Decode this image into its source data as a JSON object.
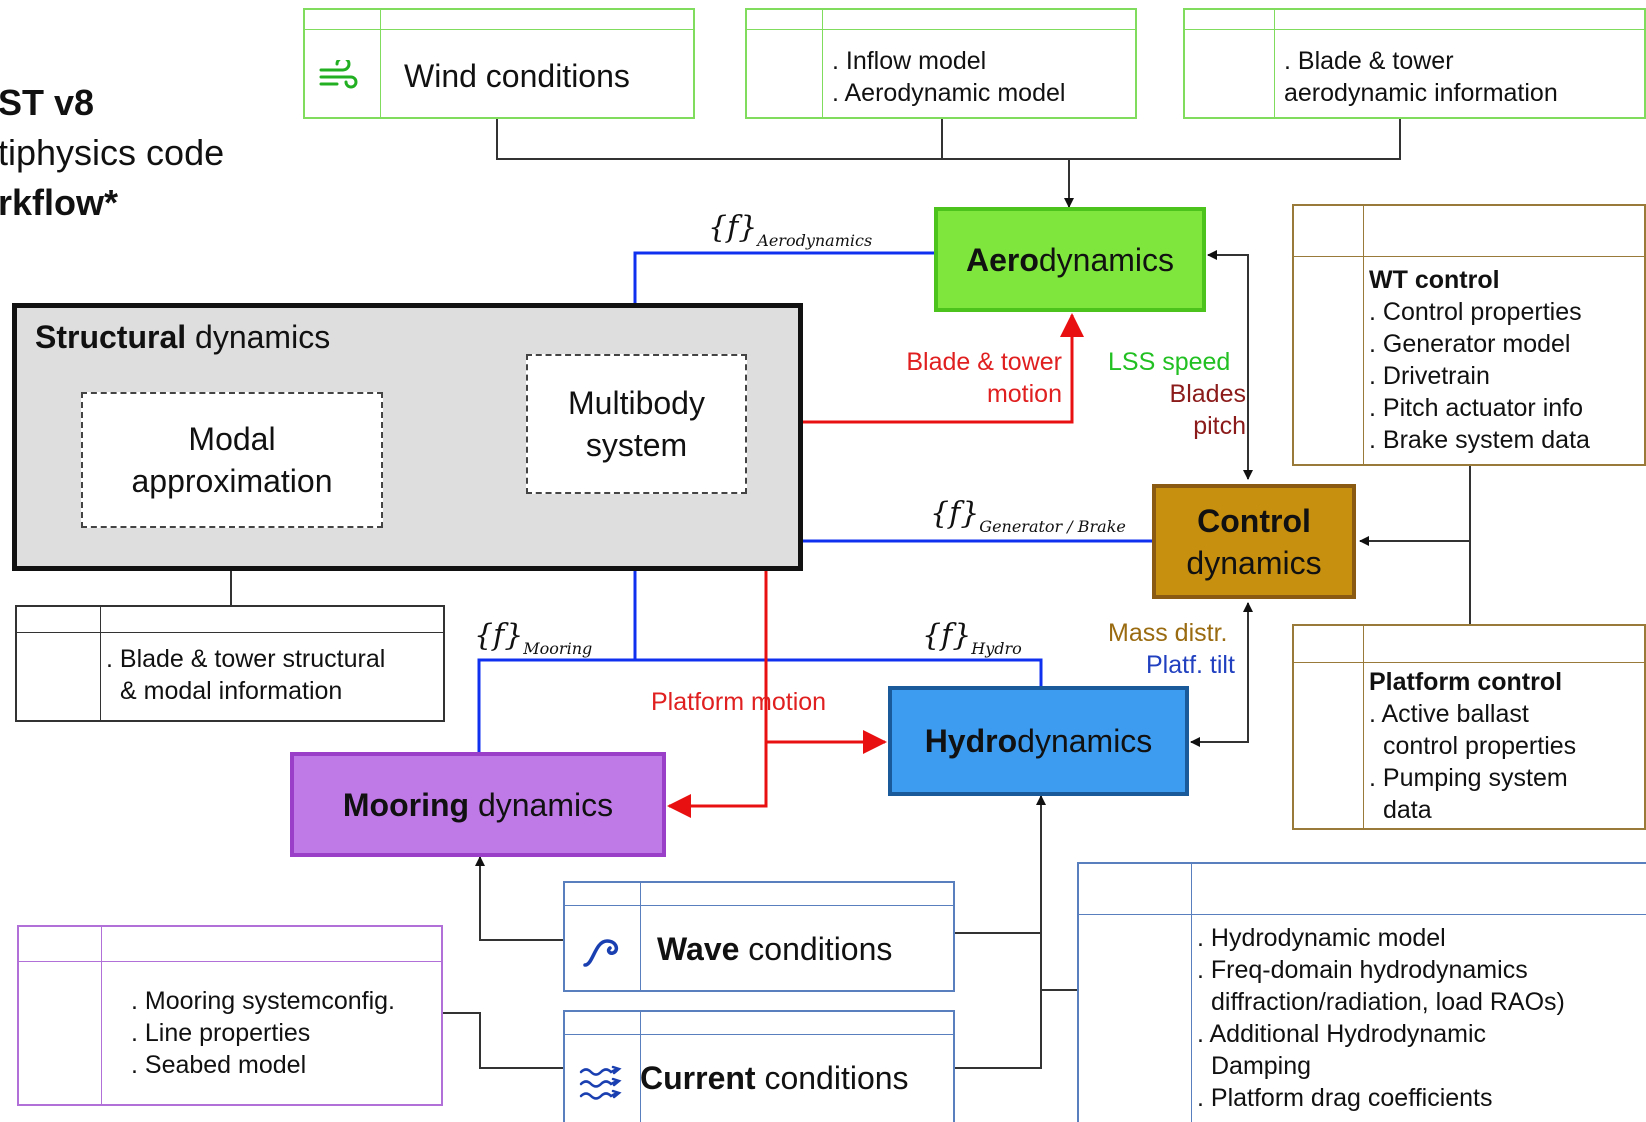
{
  "title": {
    "line1": "ST v8",
    "line2": "tiphysics code",
    "line3": "rkflow*"
  },
  "inputs": {
    "wind": {
      "label": "Wind conditions",
      "icon": "wind-icon"
    },
    "aero_models": {
      "lines": [
        ". Inflow model",
        ". Aerodynamic model"
      ]
    },
    "blade_aero": {
      "lines": [
        ". Blade & tower",
        "aerodynamic information"
      ]
    },
    "wt_control": {
      "heading": "WT control",
      "lines": [
        ". Control properties",
        ". Generator model",
        ". Drivetrain",
        ". Pitch actuator info",
        ". Brake system data"
      ]
    },
    "platform_control": {
      "heading": "Platform control",
      "lines": [
        ". Active ballast",
        "control properties",
        ". Pumping system",
        "data"
      ]
    },
    "blade_struct": {
      "lines": [
        ". Blade & tower structural",
        "& modal information"
      ]
    },
    "mooring_cfg": {
      "lines": [
        ". Mooring systemconfig.",
        ". Line properties",
        ". Seabed model"
      ]
    },
    "wave": {
      "bold": "Wave",
      "rest": " conditions",
      "icon": "wave-icon"
    },
    "current": {
      "bold": "Current",
      "rest": " conditions",
      "icon": "current-icon"
    },
    "hydro_models": {
      "lines": [
        ". Hydrodynamic model",
        ". Freq-domain hydrodynamics",
        "diffraction/radiation, load RAOs)",
        ". Additional Hydrodynamic",
        "Damping",
        ". Platform drag coefficients"
      ]
    }
  },
  "modules": {
    "aerodynamics": {
      "bold": "Aero",
      "rest": "dynamics",
      "color": "#7fe63d"
    },
    "structural": {
      "bold": "Structural",
      "rest": " dynamics",
      "color": "#dedede"
    },
    "multibody": {
      "line1": "Multibody",
      "line2": "system"
    },
    "modal": {
      "line1": "Modal",
      "line2": "approximation"
    },
    "control": {
      "line1": "Control",
      "line2": "dynamics",
      "color": "#c8900f"
    },
    "hydrodynamics": {
      "bold": "Hydro",
      "rest": "dynamics",
      "color": "#3d9cf0"
    },
    "mooring": {
      "bold": "Mooring",
      "rest": " dynamics",
      "color": "#c07ae8"
    }
  },
  "signals": {
    "f_aero": {
      "f": "{f}",
      "sub": "Aerodynamics"
    },
    "f_gen": {
      "f": "{f}",
      "sub": "Generator / Brake"
    },
    "f_mooring": {
      "f": "{f}",
      "sub": "Mooring"
    },
    "f_hydro": {
      "f": "{f}",
      "sub": "Hydro"
    },
    "blade_motion": {
      "line1": "Blade & tower",
      "line2": "motion",
      "color": "#e02020"
    },
    "lss_speed": {
      "text": "LSS speed",
      "color": "#22c022"
    },
    "blades_pitch": {
      "line1": "Blades",
      "line2": "pitch",
      "color": "#8b1a1a"
    },
    "mass_distr": {
      "text": "Mass distr.",
      "color": "#9a6b10"
    },
    "platf_tilt": {
      "text": "Platf. tilt",
      "color": "#2040c0"
    },
    "platform_motion": {
      "text": "Platform motion",
      "color": "#e02020"
    }
  },
  "colors": {
    "force_arrows": "#1030f0",
    "motion_arrows": "#e81010",
    "data_lines": "#333333"
  }
}
